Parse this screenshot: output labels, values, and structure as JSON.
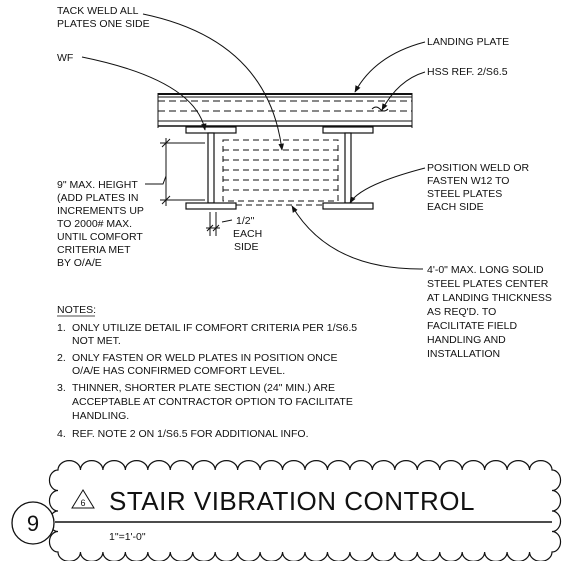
{
  "callouts": {
    "tack_weld": [
      "TACK WELD ALL",
      "PLATES ONE SIDE"
    ],
    "wf": [
      "WF"
    ],
    "landing_plate": [
      "LANDING PLATE"
    ],
    "hss_ref": [
      "HSS REF. 2/S6.5"
    ],
    "position_weld": [
      "POSITION WELD OR",
      "FASTEN W12 TO",
      "STEEL PLATES",
      "EACH SIDE"
    ],
    "max_height": [
      "9\" MAX. HEIGHT",
      "(ADD PLATES IN",
      "INCREMENTS UP",
      "TO 2000# MAX.",
      "UNTIL COMFORT",
      "CRITERIA MET",
      "BY O/A/E"
    ],
    "half_inch": [
      "1/2\"",
      "EACH",
      "SIDE"
    ],
    "long_plates": [
      "4'-0\" MAX. LONG SOLID",
      "STEEL PLATES CENTER",
      "AT LANDING THICKNESS",
      "AS REQ'D. TO",
      "FACILITATE FIELD",
      "HANDLING AND",
      "INSTALLATION"
    ]
  },
  "notes": {
    "heading": "NOTES:",
    "items": [
      [
        "1.",
        "ONLY UTILIZE DETAIL IF COMFORT CRITERIA PER 1/S6.5",
        "NOT MET."
      ],
      [
        "2.",
        "ONLY FASTEN OR WELD PLATES IN POSITION ONCE",
        "O/A/E HAS CONFIRMED COMFORT LEVEL."
      ],
      [
        "3.",
        "THINNER, SHORTER PLATE SECTION (24\" MIN.) ARE",
        "ACCEPTABLE AT CONTRACTOR OPTION TO FACILITATE",
        "HANDLING."
      ],
      [
        "4.",
        "REF. NOTE 2 ON 1/S6.5 FOR ADDITIONAL INFO."
      ]
    ]
  },
  "title_block": {
    "detail_number": "9",
    "revision_mark": "6",
    "title": "STAIR VIBRATION CONTROL",
    "scale": "1\"=1'-0\""
  }
}
